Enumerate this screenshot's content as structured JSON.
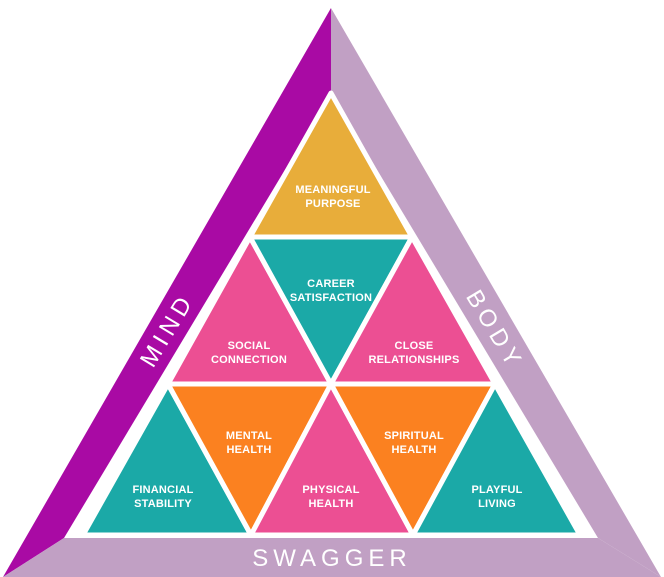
{
  "colors": {
    "mind": "#a90aa4",
    "body": "#c1a0c4",
    "swagger": "#c1a0c4",
    "gold": "#e8ad3a",
    "teal": "#1ba9a7",
    "pink": "#ec4f93",
    "orange": "#fb8120",
    "white": "#ffffff"
  },
  "sides": {
    "mind": "MIND",
    "body": "BODY",
    "swagger": "SWAGGER"
  },
  "cells": [
    {
      "id": "meaningful-purpose",
      "lines": [
        "MEANINGFUL",
        "PURPOSE"
      ],
      "color": "gold"
    },
    {
      "id": "social-connection",
      "lines": [
        "SOCIAL",
        "CONNECTION"
      ],
      "color": "pink"
    },
    {
      "id": "career-satisfaction",
      "lines": [
        "CAREER",
        "SATISFACTION"
      ],
      "color": "teal"
    },
    {
      "id": "close-relationships",
      "lines": [
        "CLOSE",
        "RELATIONSHIPS"
      ],
      "color": "pink"
    },
    {
      "id": "financial-stability",
      "lines": [
        "FINANCIAL",
        "STABILITY"
      ],
      "color": "teal"
    },
    {
      "id": "mental-health",
      "lines": [
        "MENTAL",
        "HEALTH"
      ],
      "color": "orange"
    },
    {
      "id": "physical-health",
      "lines": [
        "PHYSICAL",
        "HEALTH"
      ],
      "color": "pink"
    },
    {
      "id": "spiritual-health",
      "lines": [
        "SPIRITUAL",
        "HEALTH"
      ],
      "color": "orange"
    },
    {
      "id": "playful-living",
      "lines": [
        "PLAYFUL",
        "LIVING"
      ],
      "color": "teal"
    }
  ]
}
